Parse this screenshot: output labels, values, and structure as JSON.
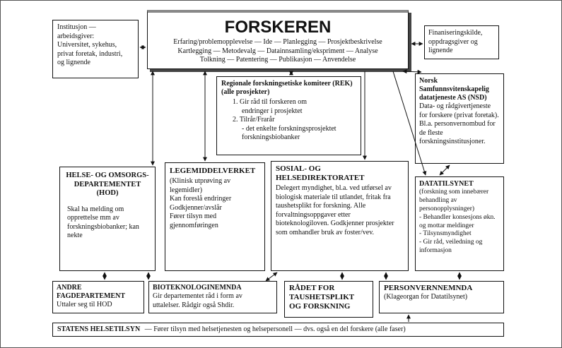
{
  "forskeren": {
    "title": "FORSKEREN",
    "line1": "Erfaring/problemopplevelse — Ide — Planlegging — Prosjektbeskrivelse",
    "line2": "Kartlegging — Metodevalg — Datainnsamling/ekspriment — Analyse",
    "line3": "Tolkning — Patentering — Publikasjon — Anvendelse"
  },
  "institusjon": {
    "line1": "Institusjon —",
    "line2": "arbeidsgiver:",
    "line3": "Universitet, sykehus,",
    "line4": "privat foretak, industri,",
    "line5": "og lignende"
  },
  "finansiering": {
    "line1": "Finaniseringskilde,",
    "line2": "oppdragsgiver og",
    "line3": "lignende"
  },
  "rek": {
    "title": "Regionale forskningsetiske komiteer (REK) (alle prosjekter)",
    "item1a": "1.  Gir råd til forskeren om",
    "item1b": "endringer i prosjektet",
    "item2a": "2.  Tilrår/Frarår",
    "item2b": "- det enkelte forskningsprosjektet",
    "item2c": "forskningsbiobanker"
  },
  "nsd": {
    "title1": "Norsk",
    "title2": "Samfunnsvitenskapelig",
    "title3": "datatjeneste AS (NSD)",
    "body": "Data- og rådgivertjeneste for forskere (privat foretak). Bl.a. personvernombud for de fleste forskningsinstitusjoner."
  },
  "hod": {
    "title1": "HELSE- OG OMSORGS-",
    "title2": "DEPARTEMENTET (HOD)",
    "body": "Skal ha melding om opprettelse mm av forskningsbiobanker; kan nekte"
  },
  "legemiddel": {
    "title": "LEGEMIDDELVERKET",
    "body1": "(Klinisk utprøving av legemidler)",
    "body2": "Kan foreslå endringer",
    "body3": "Godkjenner/avslår",
    "body4": "Fører tilsyn med gjennomføringen"
  },
  "sosial": {
    "title1": "SOSIAL- OG",
    "title2": "HELSEDIREKTORATET",
    "body": "Delegert myndighet, bl.a. ved utførsel av biologisk materiale til utlandet, fritak fra taushetsplikt for forskning. Alle forvaltningsoppgaver etter bioteknologiloven. Godkjenner prosjekter som omhandler bruk av foster/vev."
  },
  "datatilsynet": {
    "title": "DATATILSYNET",
    "body1": "(forskning som innebærer behandling av personopplysninger)",
    "body2": "- Behandler konsesjons økn. og mottar meldinger",
    "body3": "- Tilsynsmyndighet",
    "body4": "- Gir råd, veiledning og informasjon"
  },
  "andre": {
    "title1": "ANDRE",
    "title2": "FAGDEPARTEMENT",
    "body": "Uttaler seg til  HOD"
  },
  "bioteknologi": {
    "title": "BIOTEKNOLOGINEMNDA",
    "body1": "Gir departementet råd i form av",
    "body2": "uttalelser.  Rådgir også Shdir."
  },
  "radet": {
    "title1": "RÅDET FOR",
    "title2": "TAUSHETSPLIKT",
    "title3": "OG FORSKNING"
  },
  "personvern": {
    "title": "PERSONVERNNEMNDA",
    "body": "(Klageorgan for Datatilsynet)"
  },
  "helsetilsyn": {
    "title": "STATENS HELSETILSYN",
    "body": "— Fører tilsyn med helsetjenesten og helsepersonell — dvs. også en del forskere (alle faser)"
  }
}
